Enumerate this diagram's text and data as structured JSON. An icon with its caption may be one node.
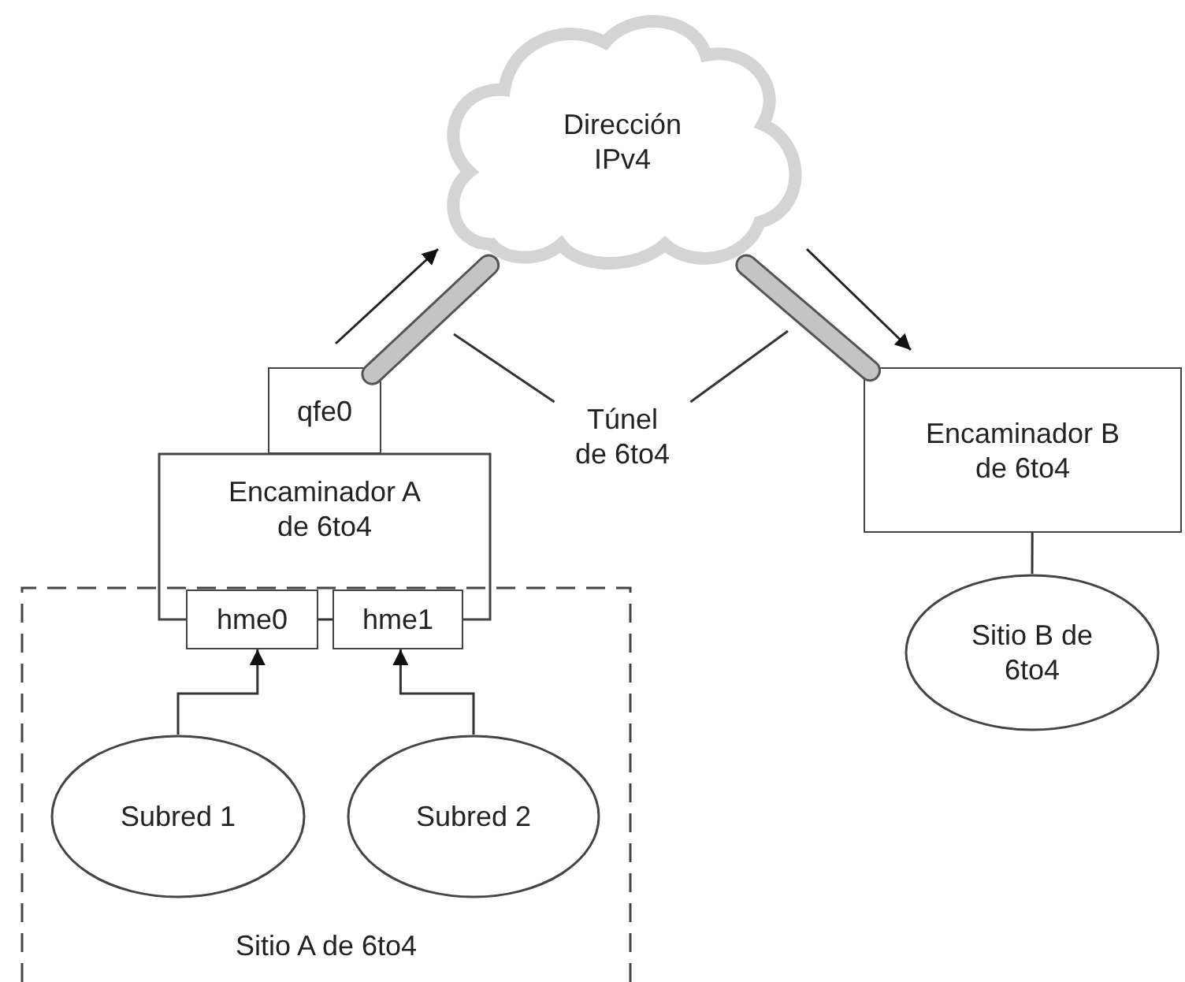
{
  "diagram": {
    "nodes": [
      {
        "text": [
          "Dirección IPv4"
        ]
      },
      {
        "text": [
          "qfe0"
        ]
      },
      {
        "text": [
          "Encaminador A de 6to4"
        ]
      },
      {
        "text": [
          "hme0"
        ]
      },
      {
        "text": [
          "hme1"
        ]
      },
      {
        "text": [
          "Encaminador B de 6to4"
        ]
      },
      {
        "text": [
          "Sitio A de 6to4"
        ]
      },
      {
        "text": [
          "Subred 1"
        ],
        "in": 6
      },
      {
        "text": [
          "Subred 2"
        ],
        "in": 6
      },
      {
        "text": [
          "Sitio B de 6to4"
        ]
      },
      {
        "text": [
          "Túnel de 6to4"
        ]
      }
    ],
    "edges": [
      {
        "from": 1,
        "to": 0,
        "arrow": "none",
        "style": "thick",
        "color": "#c4c4c4"
      },
      {
        "from": 0,
        "to": 5,
        "arrow": "none",
        "style": "thick",
        "color": "#c4c4c4"
      },
      {
        "from": 7,
        "to": 3,
        "arrow": "to"
      },
      {
        "from": 8,
        "to": 4,
        "arrow": "to"
      },
      {
        "from": 5,
        "to": 9,
        "arrow": "none"
      },
      {
        "from": 3,
        "to": 4,
        "arrow": "none"
      },
      {
        "from": 10,
        "to": null,
        "arrow": "none"
      },
      {
        "from": 10,
        "to": null,
        "arrow": "none"
      }
    ]
  }
}
